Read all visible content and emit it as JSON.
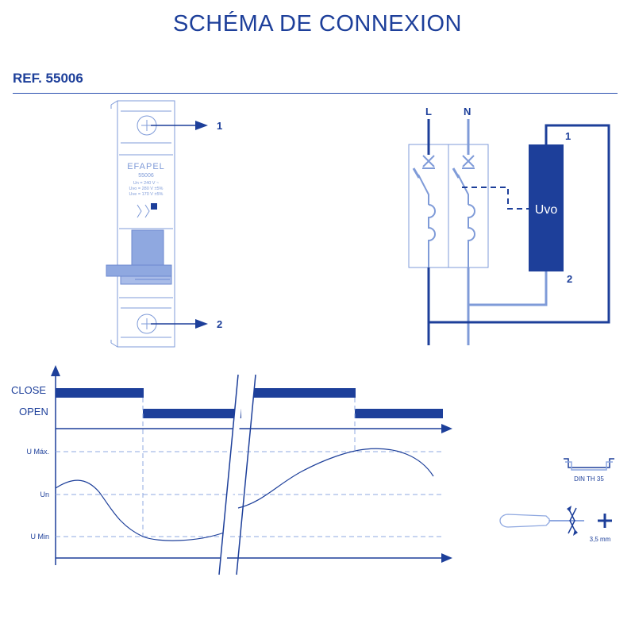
{
  "header": {
    "title": "SCHÉMA DE CONNEXION",
    "reference": "REF. 55006"
  },
  "device": {
    "brand": "EFAPEL",
    "model": "55006",
    "spec_un": "Un = 240 V ~",
    "spec_uvo": "Uvo = 280 V ±5%",
    "spec_uve": "Uve = 170 V ±5%",
    "terminal_top": "1",
    "terminal_bottom": "2"
  },
  "wiring": {
    "line_label": "L",
    "neutral_label": "N",
    "uvo_label": "Uvo",
    "terminal_1": "1",
    "terminal_2": "2"
  },
  "timing": {
    "close_label": "CLOSE",
    "open_label": "OPEN",
    "u_max_label": "U Máx.",
    "un_label": "Un",
    "u_min_label": "U Min"
  },
  "accessories": {
    "din_label": "DIN TH 35",
    "screw_label": "3,5 mm"
  },
  "colors": {
    "primary": "#1d3f9a",
    "light": "#7f9bd8",
    "fill": "#8fa8e0"
  }
}
